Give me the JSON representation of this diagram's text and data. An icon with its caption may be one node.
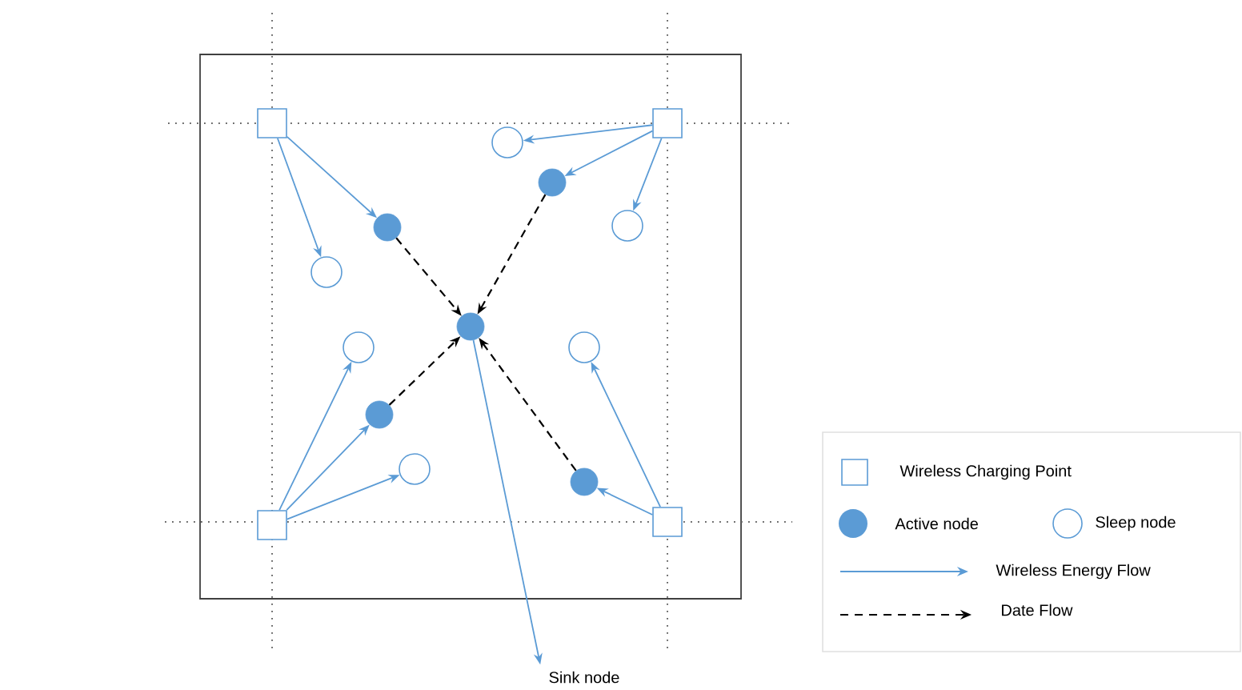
{
  "diagram": {
    "nodes": [
      {
        "text": [],
        "shape": "box"
      },
      {
        "text": [],
        "shape": "box"
      },
      {
        "text": [],
        "shape": "box"
      },
      {
        "text": [],
        "shape": "box"
      },
      {
        "text": [],
        "shape": "dot"
      },
      {
        "text": [],
        "shape": "dot"
      },
      {
        "text": [],
        "shape": "dot"
      },
      {
        "text": [],
        "shape": "dot"
      },
      {
        "text": [],
        "shape": "dot"
      },
      {
        "text": [],
        "shape": "circle"
      },
      {
        "text": [],
        "shape": "circle"
      },
      {
        "text": [],
        "shape": "circle"
      },
      {
        "text": [],
        "shape": "circle"
      },
      {
        "text": [],
        "shape": "circle"
      },
      {
        "text": [],
        "shape": "circle"
      },
      {
        "text": [
          "Sink node"
        ]
      }
    ],
    "edges": [
      {
        "from": 0,
        "to": 5,
        "arrow": "to"
      },
      {
        "from": 0,
        "to": 10,
        "arrow": "to"
      },
      {
        "from": 1,
        "to": 9,
        "arrow": "to"
      },
      {
        "from": 1,
        "to": 6,
        "arrow": "to"
      },
      {
        "from": 1,
        "to": 11,
        "arrow": "to"
      },
      {
        "from": 2,
        "to": 12,
        "arrow": "to"
      },
      {
        "from": 2,
        "to": 7,
        "arrow": "to"
      },
      {
        "from": 2,
        "to": 14,
        "arrow": "to"
      },
      {
        "from": 3,
        "to": 8,
        "arrow": "to"
      },
      {
        "from": 3,
        "to": 13,
        "arrow": "to"
      },
      {
        "from": 4,
        "to": 15,
        "arrow": "to"
      },
      {
        "from": 5,
        "to": 4,
        "arrow": "to",
        "style": "dashed",
        "color": "#000000"
      },
      {
        "from": 6,
        "to": 4,
        "arrow": "to",
        "style": "dashed",
        "color": "#000000"
      },
      {
        "from": 7,
        "to": 4,
        "arrow": "to",
        "style": "dashed",
        "color": "#000000"
      },
      {
        "from": 8,
        "to": 4,
        "arrow": "to",
        "style": "dashed",
        "color": "#000000"
      }
    ],
    "legend": [
      {
        "text": "Wireless Charging Point"
      },
      {
        "text": "Active node"
      },
      {
        "text": "Sleep node"
      },
      {
        "text": "Wireless Energy Flow"
      },
      {
        "text": "Date Flow"
      }
    ]
  }
}
